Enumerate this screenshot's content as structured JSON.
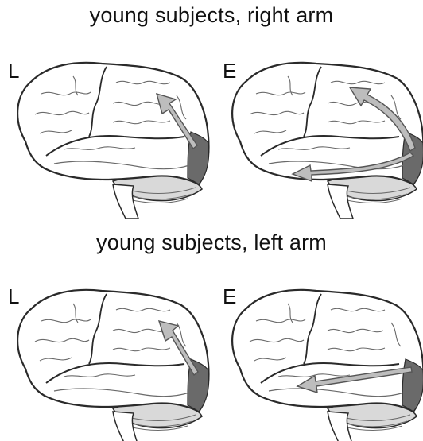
{
  "sections": [
    {
      "title": "young subjects, right arm",
      "panels": [
        {
          "label": "L"
        },
        {
          "label": "E"
        }
      ]
    },
    {
      "title": "young subjects, left arm",
      "panels": [
        {
          "label": "L"
        },
        {
          "label": "E"
        }
      ]
    }
  ],
  "colors": {
    "outline": "#2a2a2a",
    "occipital_shade": "#6a6a6a",
    "arrow_fill": "#bdbdbd",
    "arrow_stroke": "#555555",
    "cerebellum": "#9a9a9a"
  }
}
